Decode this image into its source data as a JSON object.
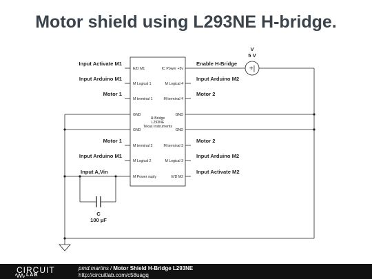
{
  "title": "Motor shield using L293NE H-bridge.",
  "left_labels": [
    "Input Activate M1",
    "Input Arduino M1",
    "Motor 1",
    "Motor 1",
    "Input Arduino M1",
    "Input A,Vin"
  ],
  "right_labels": [
    "Enable H-Bridge",
    "Input Arduino M2",
    "Motor 2",
    "Motor 2",
    "Input Arduino M2",
    "Input Activate M2"
  ],
  "left_pins": [
    "E/D M1",
    "M Logical 1",
    "M terminal 1",
    "GND",
    "GND",
    "M terminal 2",
    "M Logical 2",
    "M Power suply"
  ],
  "right_pins": [
    "IC Power +5v",
    "M Logical 4",
    "M terminal 4",
    "GND",
    "GND",
    "M terminal 3",
    "M Logical 3",
    "E/D M2"
  ],
  "chip": {
    "line1": "H-Bridge",
    "line2": "L293NE",
    "line3": "Texas Instruments"
  },
  "source": {
    "name": "V",
    "value": "5 V",
    "symbol": "+|"
  },
  "capacitor": {
    "name": "C",
    "value": "100 µF"
  },
  "footer": {
    "logo_top": "CIRCUIT",
    "logo_bottom": "LAB",
    "author": "pmd.martins",
    "separator": "/",
    "project_title": "Motor Shield H-Bridge L293NE",
    "url": "http://circuitlab.com/c58uagq"
  }
}
